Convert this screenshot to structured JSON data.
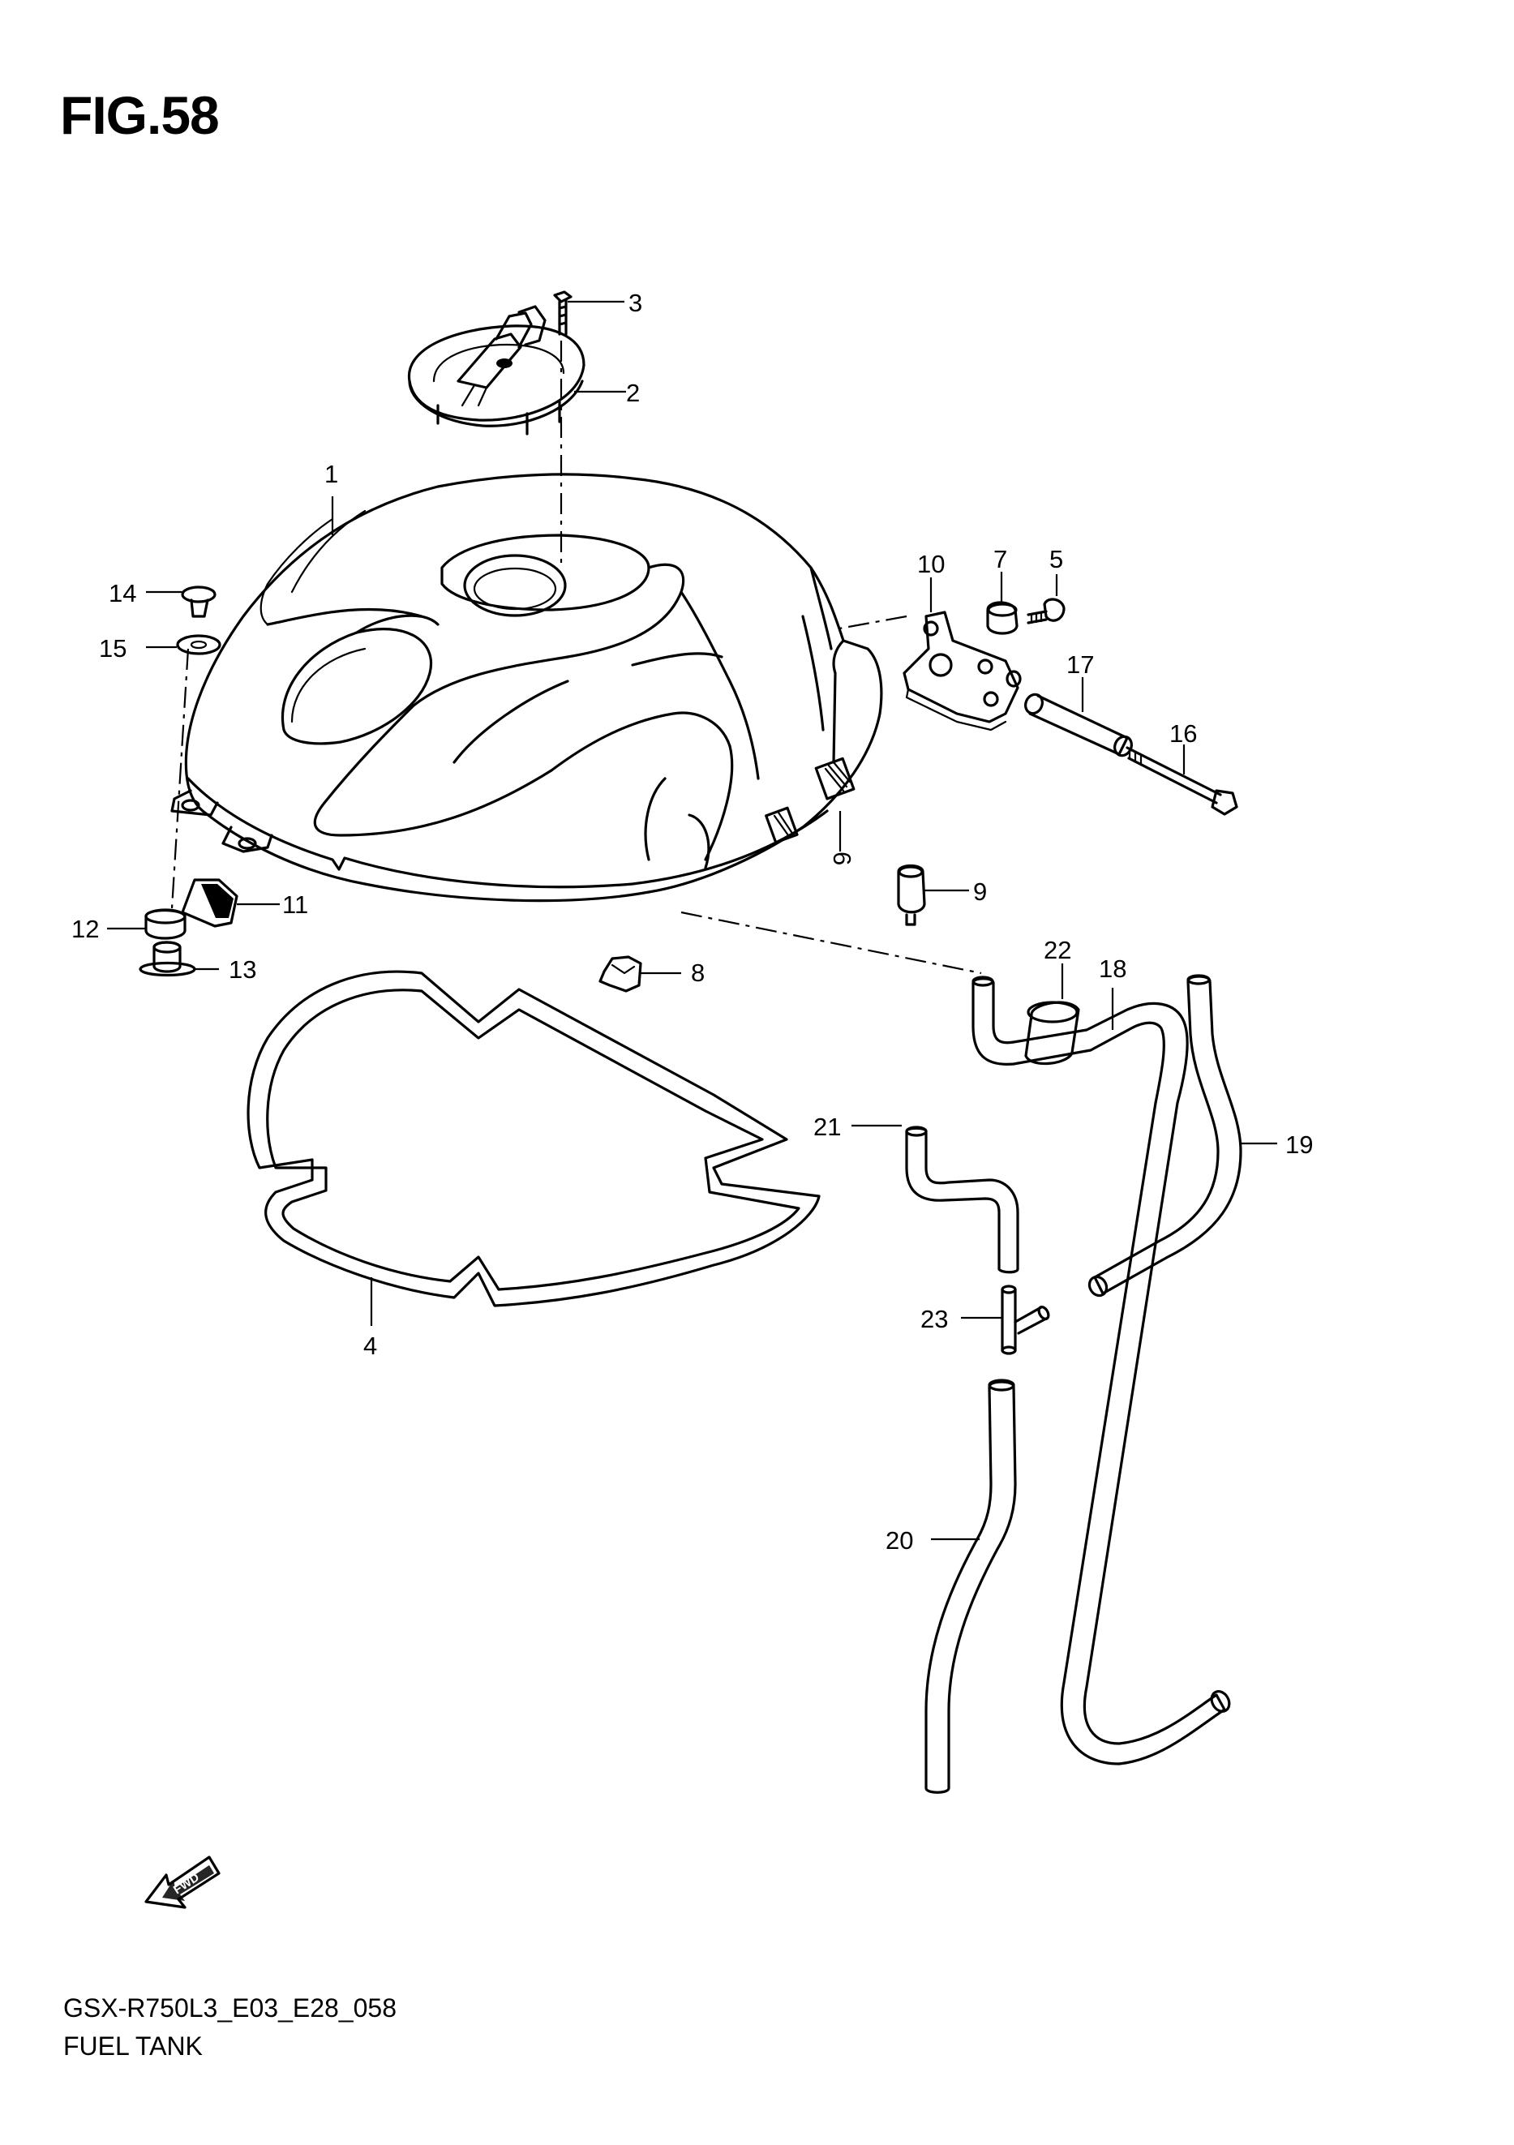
{
  "figure": {
    "title": "FIG.58",
    "model_code": "GSX-R750L3_E03_E28_058",
    "caption": "FUEL TANK",
    "fwd_label": "FWD"
  },
  "parts": [
    {
      "ref": "1"
    },
    {
      "ref": "2"
    },
    {
      "ref": "3"
    },
    {
      "ref": "4"
    },
    {
      "ref": "5"
    },
    {
      "ref": "6"
    },
    {
      "ref": "7"
    },
    {
      "ref": "8"
    },
    {
      "ref": "9"
    },
    {
      "ref": "10"
    },
    {
      "ref": "11"
    },
    {
      "ref": "12"
    },
    {
      "ref": "13"
    },
    {
      "ref": "14"
    },
    {
      "ref": "15"
    },
    {
      "ref": "16"
    },
    {
      "ref": "17"
    },
    {
      "ref": "18"
    },
    {
      "ref": "19"
    },
    {
      "ref": "20"
    },
    {
      "ref": "21"
    },
    {
      "ref": "22"
    },
    {
      "ref": "23"
    }
  ],
  "colors": {
    "line": "#000000",
    "background": "#ffffff"
  }
}
